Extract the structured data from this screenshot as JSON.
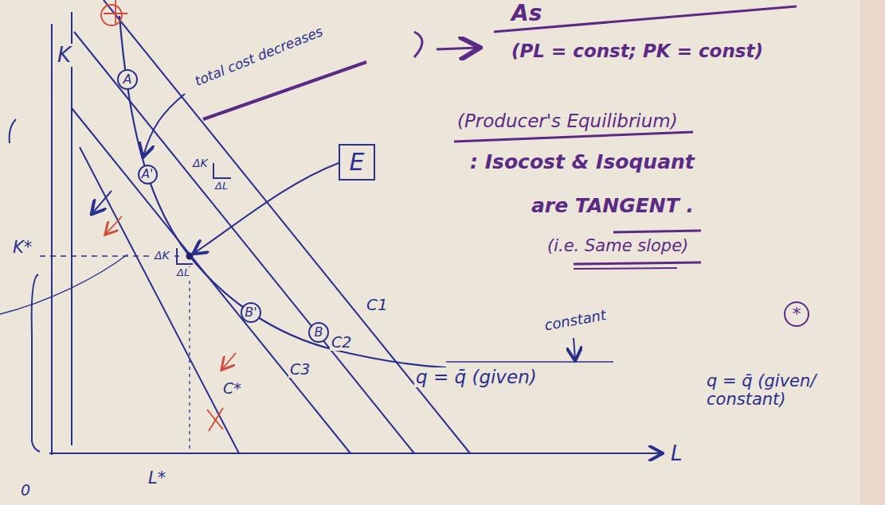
{
  "diagram": {
    "nodes": [
      {
        "text": [
          "A"
        ]
      },
      {
        "text": [
          "A'"
        ]
      },
      {
        "text": [
          "B'"
        ]
      },
      {
        "text": [
          "B"
        ]
      },
      {
        "text": [
          "E"
        ]
      },
      {
        "text": [
          "*"
        ]
      }
    ],
    "labels": [
      "As",
      "total cost decreases",
      "(PL = const; PK = const)",
      "(Producer's Equilibrium)",
      ": Isocost & Isoquant",
      "are TANGENT .",
      "(i.e. Same slope)",
      "K",
      "K*",
      "L",
      "L*",
      "0",
      "ΔK",
      "ΔL",
      "ΔK",
      "ΔL",
      "C1",
      "C2",
      "C3",
      "C*",
      "constant",
      "q = q̄ (given)",
      "q = q̄ (given/ constant)"
    ]
  }
}
